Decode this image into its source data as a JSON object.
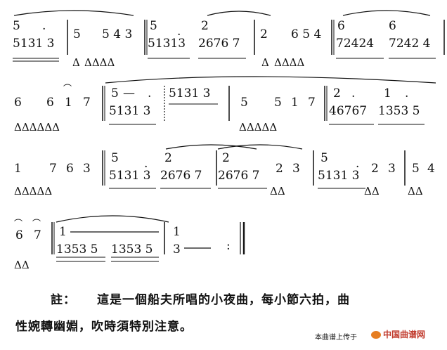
{
  "score": {
    "description_rows": 4,
    "final_mark": ":"
  },
  "note": {
    "label": "註：",
    "line1": "這是一個船夫所唱的小夜曲，每小節六拍，曲",
    "line2": "性婉轉幽婣，吹時須特別注意。"
  },
  "credit": {
    "upload_text": "本曲谱上传于",
    "site_name": "中国曲谱网"
  }
}
